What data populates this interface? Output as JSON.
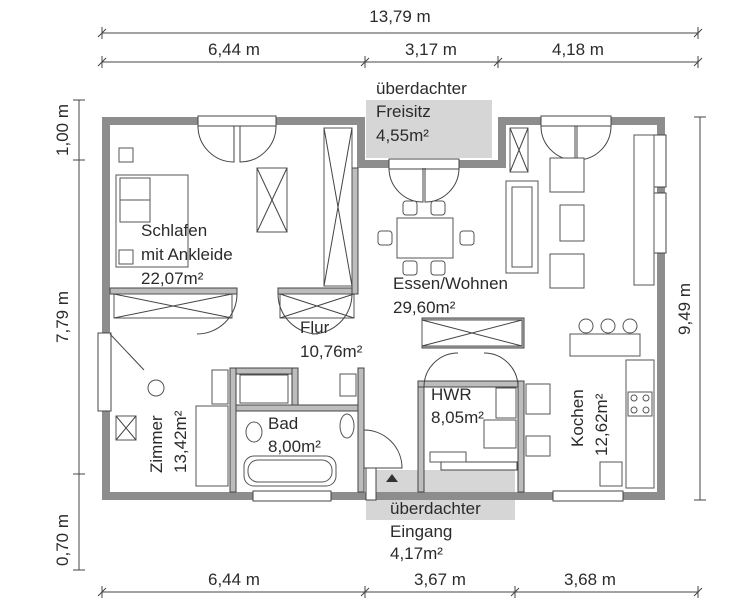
{
  "dimensions": {
    "top_total": "13,79 m",
    "top_1": "6,44 m",
    "top_2": "3,17 m",
    "top_3": "4,18 m",
    "bottom_1": "6,44 m",
    "bottom_2": "3,67 m",
    "bottom_3": "3,68 m",
    "left_top": "1,00 m",
    "left_mid": "7,79 m",
    "left_bottom": "0,70 m",
    "right": "9,49 m"
  },
  "rooms": {
    "freisitz": {
      "line1": "überdachter",
      "line2": "Freisitz",
      "area": "4,55m²"
    },
    "schlafen": {
      "line1": "Schlafen",
      "line2": "mit Ankleide",
      "area": "22,07m²"
    },
    "essen": {
      "name": "Essen/Wohnen",
      "area": "29,60m²"
    },
    "flur": {
      "name": "Flur",
      "area": "10,76m²"
    },
    "zimmer": {
      "name": "Zimmer",
      "area": "13,42m²"
    },
    "bad": {
      "name": "Bad",
      "area": "8,00m²"
    },
    "hwr": {
      "name": "HWR",
      "area": "8,05m²"
    },
    "kochen": {
      "name": "Kochen",
      "area": "12,62m²"
    },
    "eingang": {
      "line1": "überdachter",
      "line2": "Eingang",
      "area": "4,17m²"
    }
  }
}
